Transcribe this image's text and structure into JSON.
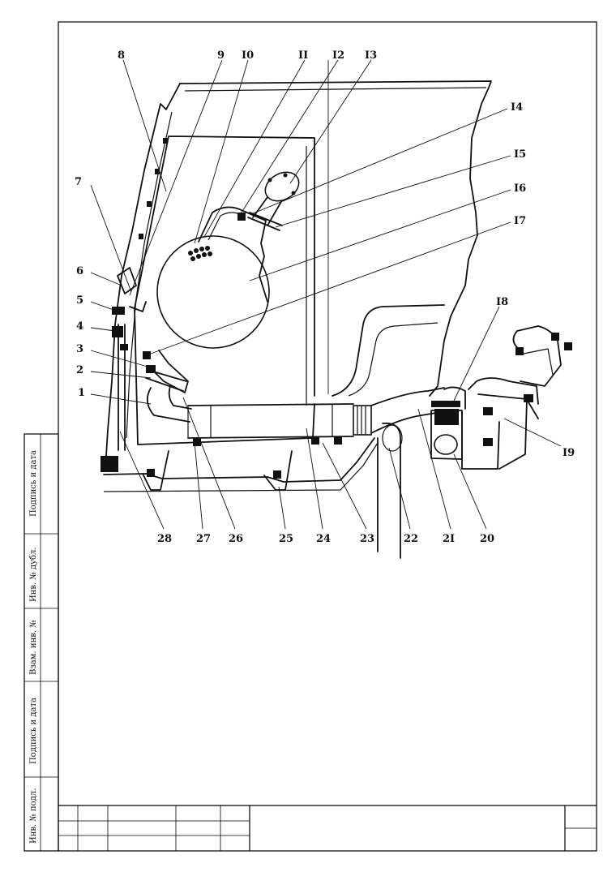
{
  "callouts": {
    "c1": "1",
    "c2": "2",
    "c3": "3",
    "c4": "4",
    "c5": "5",
    "c6": "6",
    "c7": "7",
    "c8": "8",
    "c9": "9",
    "c10": "I0",
    "c11": "II",
    "c12": "I2",
    "c13": "I3",
    "c14": "I4",
    "c15": "I5",
    "c16": "I6",
    "c17": "I7",
    "c18": "I8",
    "c19": "I9",
    "c20": "20",
    "c21": "2I",
    "c22": "22",
    "c23": "23",
    "c24": "24",
    "c25": "25",
    "c26": "26",
    "c27": "27",
    "c28": "28"
  },
  "side_stamp": {
    "signature_date_top": "Подпись и дата",
    "dup_inv_no": "Инв. № дубл.",
    "replace_inv_no": "Взам. инв. №",
    "signature_date_bottom": "Подпись и дата",
    "original_inv_no": "Инв. № подл."
  },
  "colors": {
    "ink": "#111111",
    "paper": "#ffffff"
  }
}
